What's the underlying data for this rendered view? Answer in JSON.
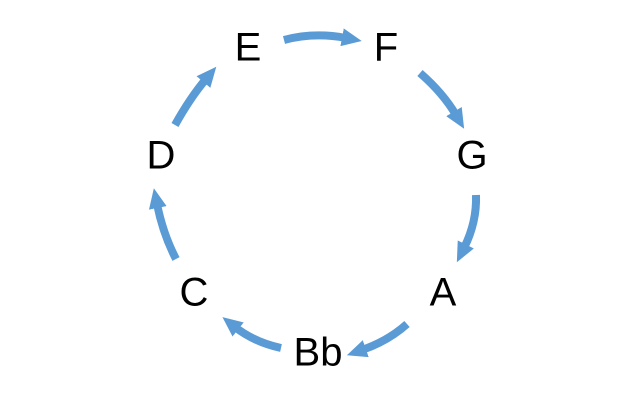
{
  "diagram": {
    "notes": [
      "E",
      "F",
      "G",
      "A",
      "Bb",
      "C",
      "D"
    ],
    "arrow_color": "#5B9BD5",
    "text_color": "#000000",
    "arrows": [
      {
        "from": "E",
        "to": "F"
      },
      {
        "from": "F",
        "to": "G"
      },
      {
        "from": "G",
        "to": "A"
      },
      {
        "from": "A",
        "to": "Bb"
      },
      {
        "from": "Bb",
        "to": "C"
      },
      {
        "from": "C",
        "to": "D"
      },
      {
        "from": "D",
        "to": "E"
      }
    ]
  }
}
